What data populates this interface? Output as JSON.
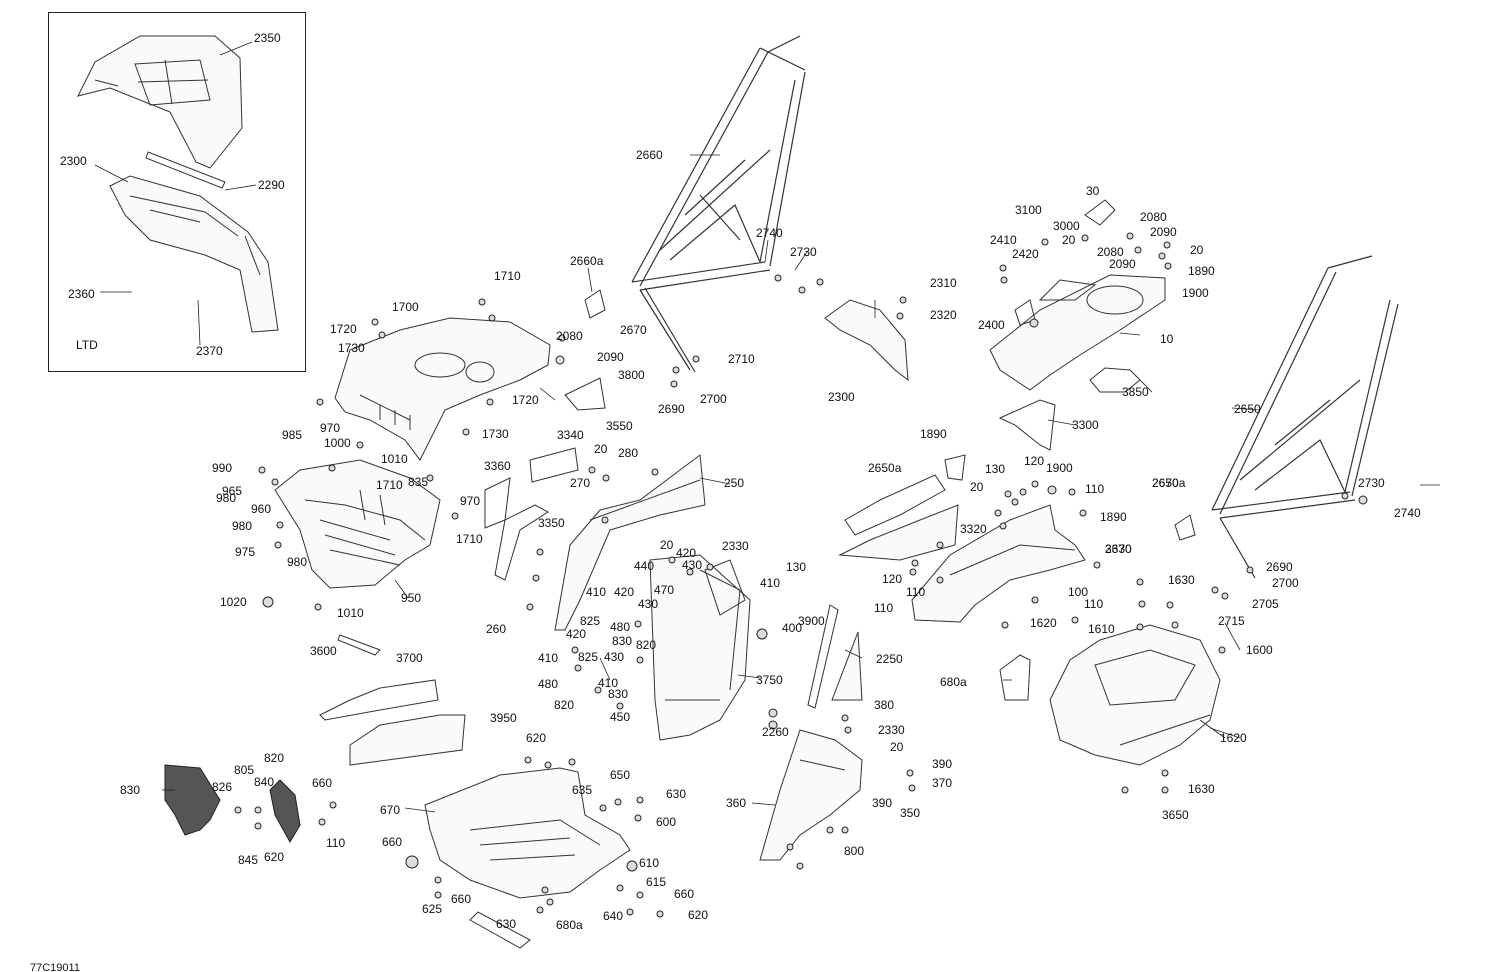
{
  "inset": {
    "tag": "LTD"
  },
  "drawing_code": "77C19011",
  "part_numbers": [
    "2350",
    "2300",
    "2290",
    "2360",
    "2370",
    "2660",
    "2660a",
    "2670",
    "2740",
    "2730",
    "2710",
    "2700",
    "2690",
    "2310",
    "2320",
    "2300",
    "30",
    "3100",
    "3000",
    "2080",
    "2090",
    "20",
    "2410",
    "2420",
    "2080",
    "2090",
    "20",
    "1890",
    "1900",
    "2400",
    "10",
    "3850",
    "3300",
    "2650",
    "2730",
    "2740",
    "2650a",
    "2670",
    "2690",
    "2700",
    "2705",
    "2715",
    "1710",
    "1700",
    "1720",
    "1730",
    "2080",
    "2090",
    "3800",
    "1720",
    "1730",
    "3550",
    "985",
    "970",
    "1000",
    "1010",
    "990",
    "980",
    "965",
    "960",
    "835",
    "1710",
    "970",
    "980",
    "975",
    "980",
    "1710",
    "950",
    "1020",
    "1010",
    "3340",
    "20",
    "280",
    "270",
    "250",
    "3360",
    "3350",
    "260",
    "20",
    "420",
    "440",
    "430",
    "470",
    "2330",
    "410",
    "410",
    "420",
    "430",
    "825",
    "480",
    "830",
    "820",
    "420",
    "430",
    "410",
    "825",
    "480",
    "410",
    "830",
    "820",
    "450",
    "400",
    "3750",
    "1890",
    "130",
    "120",
    "1900",
    "20",
    "110",
    "1890",
    "3320",
    "2650a",
    "2670",
    "3330",
    "130",
    "120",
    "110",
    "100",
    "110",
    "1620",
    "110",
    "1630",
    "1610",
    "1600",
    "1620",
    "1630",
    "3650",
    "680a",
    "3600",
    "3700",
    "3950",
    "3900",
    "2250",
    "380",
    "2260",
    "2330",
    "20",
    "390",
    "390",
    "370",
    "350",
    "360",
    "800",
    "830",
    "805",
    "820",
    "826",
    "840",
    "845",
    "620",
    "660",
    "110",
    "620",
    "650",
    "635",
    "630",
    "600",
    "670",
    "660",
    "610",
    "615",
    "660",
    "640",
    "620",
    "660",
    "625",
    "630",
    "680a"
  ]
}
